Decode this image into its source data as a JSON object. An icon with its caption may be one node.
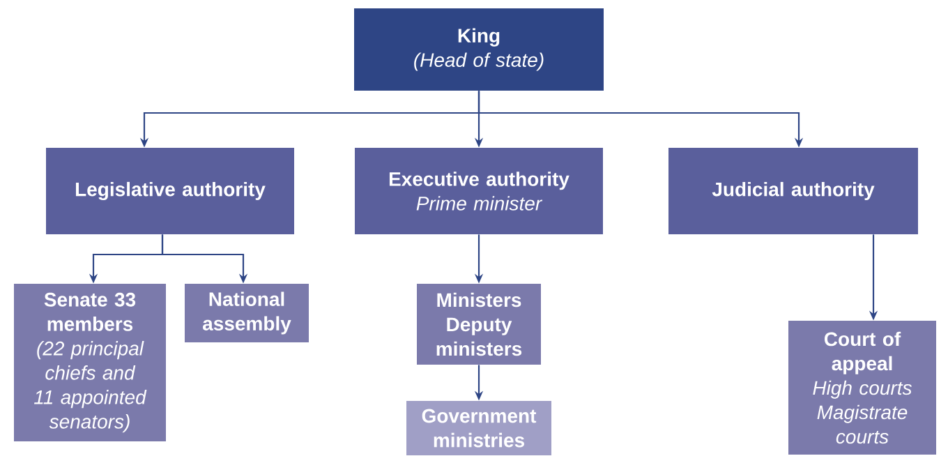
{
  "diagram": {
    "nodes": [
      {
        "text": [
          "King",
          "(Head of state)"
        ]
      },
      {
        "text": [
          "Legislative authority"
        ]
      },
      {
        "text": [
          "Executive authority",
          "Prime minister"
        ]
      },
      {
        "text": [
          "Judicial authority"
        ]
      },
      {
        "text": [
          "Senate 33 members",
          "(22 principal chiefs and 11 appointed senators)"
        ]
      },
      {
        "text": [
          "National assembly"
        ]
      },
      {
        "text": [
          "Ministers Deputy ministers"
        ]
      },
      {
        "text": [
          "Government ministries"
        ]
      },
      {
        "text": [
          "Court of appeal",
          "High courts Magistrate courts"
        ]
      }
    ],
    "edges": [
      {
        "from": 0,
        "to": 1,
        "arrow": "to"
      },
      {
        "from": 0,
        "to": 2,
        "arrow": "to"
      },
      {
        "from": 0,
        "to": 3,
        "arrow": "to"
      },
      {
        "from": 1,
        "to": 4,
        "arrow": "to"
      },
      {
        "from": 1,
        "to": 5,
        "arrow": "to"
      },
      {
        "from": 2,
        "to": 6,
        "arrow": "to"
      },
      {
        "from": 6,
        "to": 7,
        "arrow": "to"
      },
      {
        "from": 3,
        "to": 8,
        "arrow": "to"
      }
    ]
  }
}
